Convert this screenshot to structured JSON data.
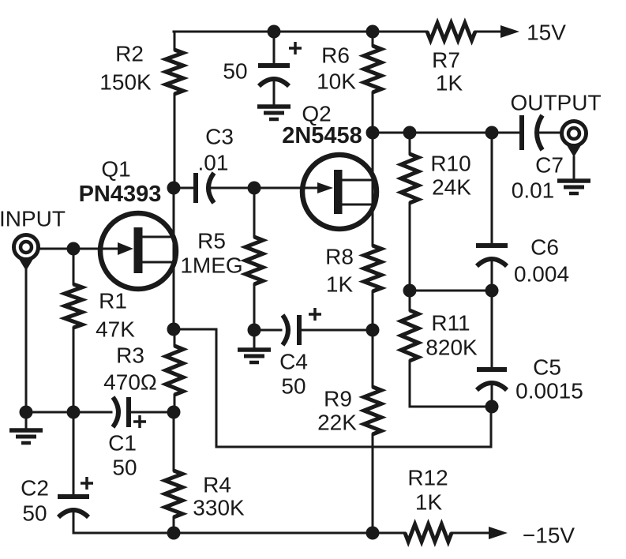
{
  "diagram": {
    "io": {
      "input_label": "INPUT",
      "output_label": "OUTPUT"
    },
    "power_rails": {
      "positive": "15V",
      "negative": "−15V"
    },
    "transistors": [
      {
        "ref": "Q1",
        "part": "PN4393"
      },
      {
        "ref": "Q2",
        "part": "2N5458"
      }
    ],
    "resistors": [
      {
        "ref": "R1",
        "value": "47K"
      },
      {
        "ref": "R2",
        "value": "150K"
      },
      {
        "ref": "R3",
        "value": "470Ω"
      },
      {
        "ref": "R4",
        "value": "330K"
      },
      {
        "ref": "R5",
        "value": "1MEG"
      },
      {
        "ref": "R6",
        "value": "10K"
      },
      {
        "ref": "R7",
        "value": "1K"
      },
      {
        "ref": "R8",
        "value": "1K"
      },
      {
        "ref": "R9",
        "value": "22K"
      },
      {
        "ref": "R10",
        "value": "24K"
      },
      {
        "ref": "R11",
        "value": "820K"
      },
      {
        "ref": "R12",
        "value": "1K"
      }
    ],
    "capacitors": [
      {
        "ref": "C1",
        "value": "50",
        "polarized": true
      },
      {
        "ref": "C2",
        "value": "50",
        "polarized": true
      },
      {
        "ref": "C3",
        "value": ".01",
        "polarized": false
      },
      {
        "ref": "C4",
        "value": "50",
        "polarized": true
      },
      {
        "ref": "C5",
        "value": "0.0015",
        "polarized": false
      },
      {
        "ref": "C6",
        "value": "0.004",
        "polarized": false
      },
      {
        "ref": "C7",
        "value": "0.01",
        "polarized": false
      },
      {
        "ref": "",
        "value": "50",
        "polarized": true
      }
    ],
    "colors": {
      "ink": "#1a1a1a",
      "background": "#ffffff"
    }
  }
}
